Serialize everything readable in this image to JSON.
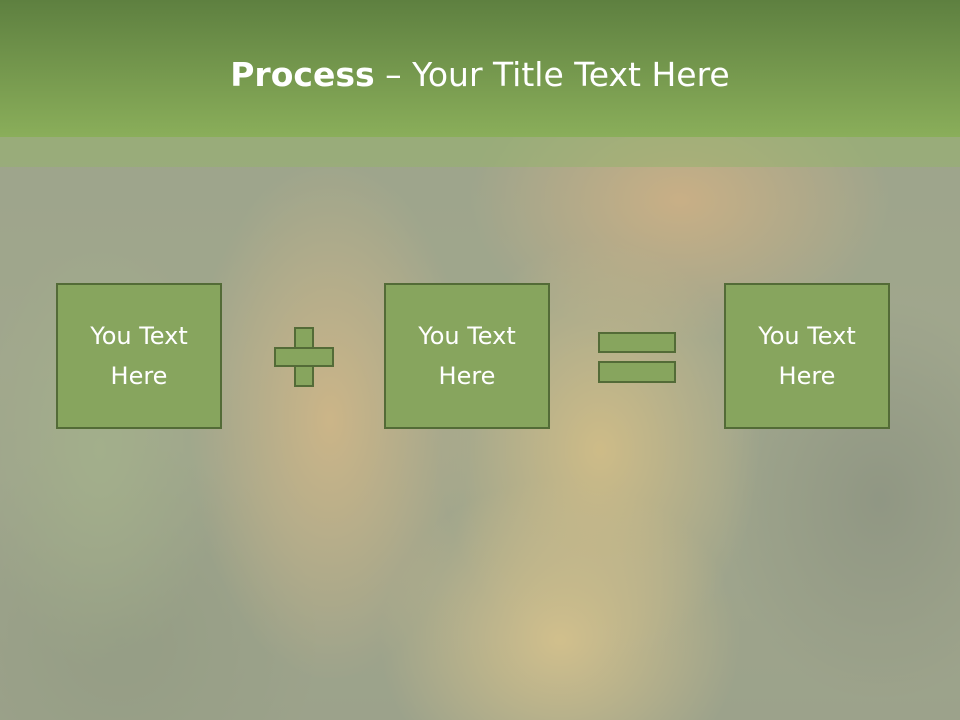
{
  "slide": {
    "title_bold": "Process",
    "title_rest": " – Your Title Text Here"
  },
  "process": {
    "boxes": [
      {
        "line1": "You Text",
        "line2": "Here"
      },
      {
        "line1": "You Text",
        "line2": "Here"
      },
      {
        "line1": "You Text",
        "line2": "Here"
      }
    ],
    "operators": [
      "plus",
      "equals"
    ]
  },
  "colors": {
    "title_bar": "#7a9c4e",
    "box_fill": "#87a55e",
    "box_border": "#536b37",
    "text": "#ffffff"
  }
}
